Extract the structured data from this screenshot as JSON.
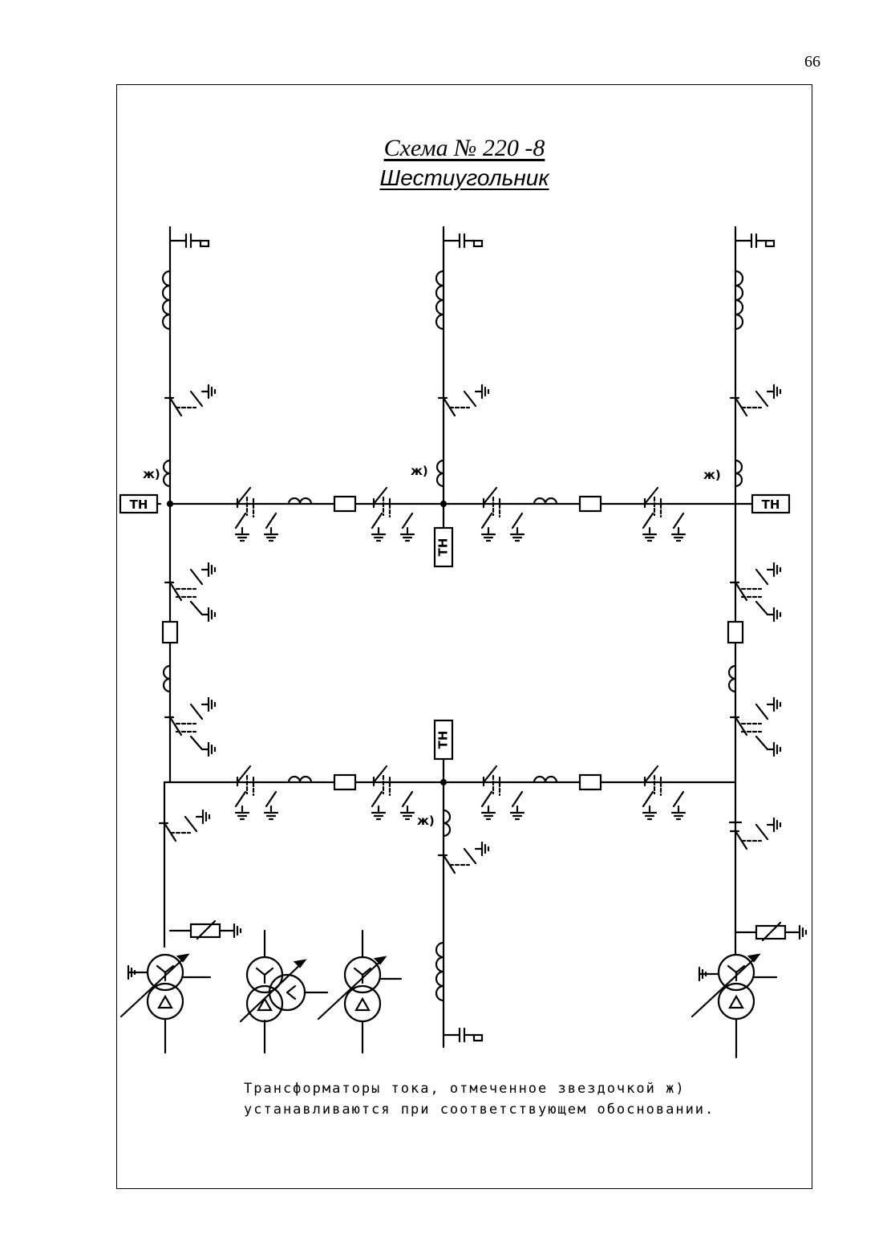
{
  "page": {
    "number": "66"
  },
  "title": {
    "line1": "Схема  № 220 -8",
    "line2": "Шестиугольник"
  },
  "diagram": {
    "labels": {
      "vt": "ТН",
      "star": "ж)"
    }
  },
  "note": {
    "line1": "Трансформаторы тока, отмеченное звездочкой ж)",
    "line2": "устанавливаются при соответствующем обосновании."
  }
}
